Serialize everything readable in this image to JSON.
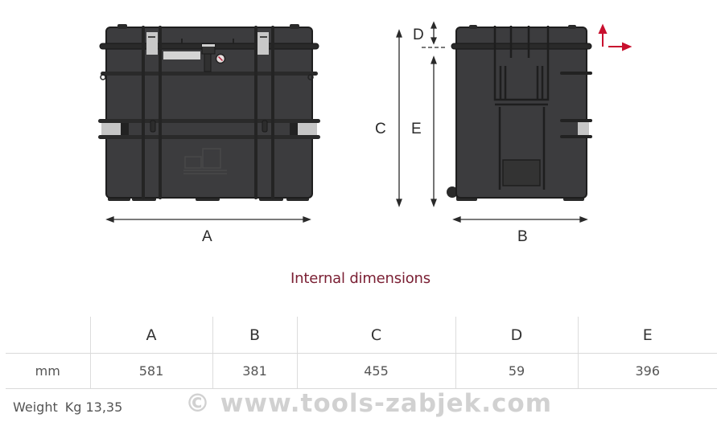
{
  "diagram": {
    "front_view": {
      "width_label": "A"
    },
    "side_view": {
      "width_label": "B",
      "total_height_label": "C",
      "lid_height_label": "D",
      "body_height_label": "E"
    },
    "colors": {
      "case_body": "#3a3a3c",
      "case_outline": "#1e1e1e",
      "metal_parts": "#c8c8c8",
      "accent_arrow": "#c8102e",
      "title": "#7a1f33"
    }
  },
  "section_title": "Internal dimensions",
  "table": {
    "headers": [
      "",
      "A",
      "B",
      "C",
      "D",
      "E"
    ],
    "rows": [
      [
        "mm",
        "581",
        "381",
        "455",
        "59",
        "396"
      ]
    ]
  },
  "weight": {
    "label": "Weight",
    "value": "Kg 13,35"
  },
  "watermark": "© www.tools-zabjek.com"
}
